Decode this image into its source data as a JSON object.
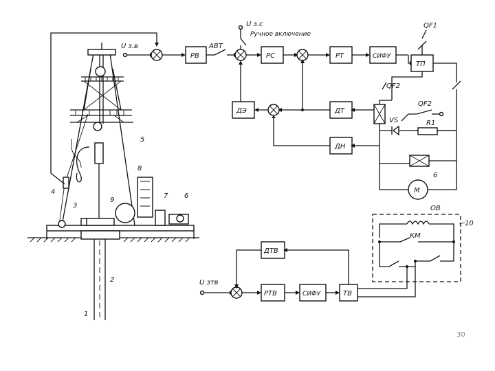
{
  "slide": {
    "page_number": "30"
  },
  "blocks": {
    "rv": "РВ",
    "rs": "РС",
    "rt": "РТ",
    "sifu": "СИФУ",
    "tp": "ТП",
    "de": "ДЭ",
    "dt": "ДТ",
    "dn": "ДН",
    "m": "М",
    "dtv": "ДТВ",
    "rtv": "РТВ",
    "sifu2": "СИФУ",
    "tv": "ТВ",
    "km": "КМ"
  },
  "labels": {
    "u_zv": "U з.в",
    "u_zs": "U з.с",
    "manual": "Ручное включение",
    "avt": "АВТ",
    "qf1": "QF1",
    "qf2a": "QF2",
    "qf2b": "QF2",
    "vs": "VS",
    "r1": "R1",
    "ov": "ОВ",
    "u_ztv": "U зтв",
    "n1": "1",
    "n2": "2",
    "n3": "3",
    "n4": "4",
    "n5": "5",
    "n6": "6",
    "n6b": "6",
    "n7": "7",
    "n8": "8",
    "n9": "9",
    "n10": "10"
  }
}
